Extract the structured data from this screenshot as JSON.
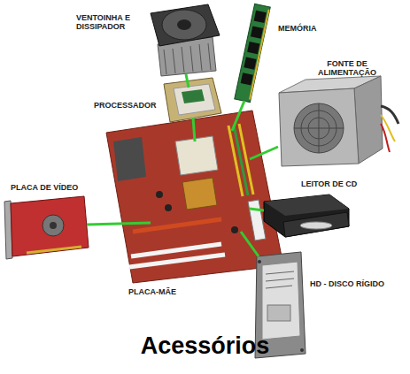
{
  "diagram": {
    "caption": "Acessórios",
    "labels": [
      "VENTOINHA E DISSIPADOR",
      "MEMÓRIA",
      "FONTE DE ALIMENTAÇÃO",
      "PROCESSADOR",
      "PLACA DE VÍDEO",
      "LEITOR DE CD",
      "PLACA-MÃE",
      "HD - DISCO RÍGIDO"
    ]
  }
}
